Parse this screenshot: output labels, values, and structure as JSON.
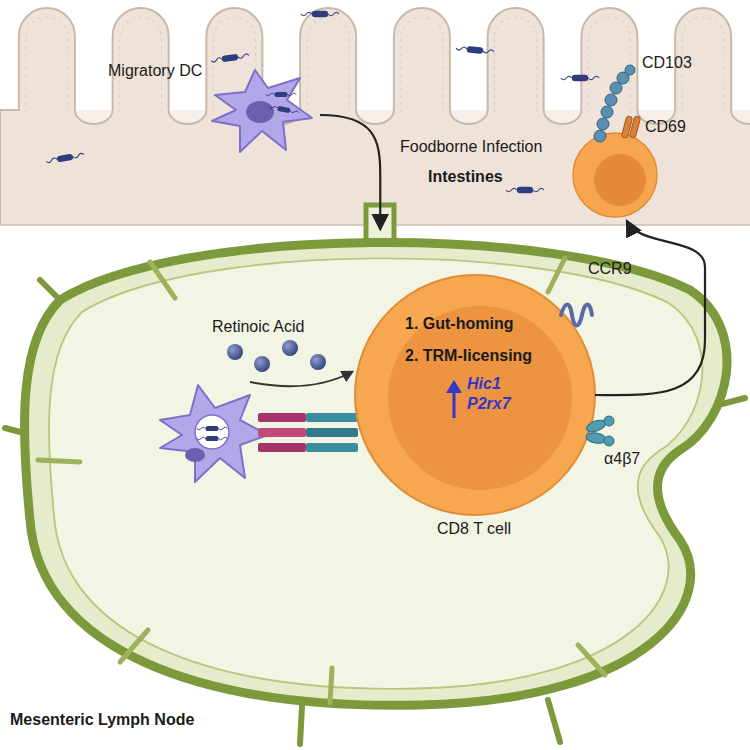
{
  "diagram": {
    "nodes": [
      {
        "text": [
          "Foodborne Infection",
          "Intestines"
        ]
      },
      {
        "text": [
          "Migratory DC"
        ],
        "in": 0
      },
      {
        "text": [
          "CD103",
          "CD69"
        ],
        "in": 0
      },
      {
        "text": [
          "Mesenteric Lymph Node"
        ]
      },
      {
        "text": [
          "1. Gut-homing",
          "2. TRM-licensing",
          "Hic1",
          "P2rx7",
          "CD8 T cell"
        ],
        "in": 3
      }
    ],
    "edges": [
      {
        "from": 1,
        "to": 3,
        "arrow": "to"
      },
      {
        "from": 4,
        "to": 2,
        "arrow": "to"
      }
    ],
    "labels": [
      "Retinoic Acid",
      "CCR9",
      "α4β7"
    ]
  }
}
